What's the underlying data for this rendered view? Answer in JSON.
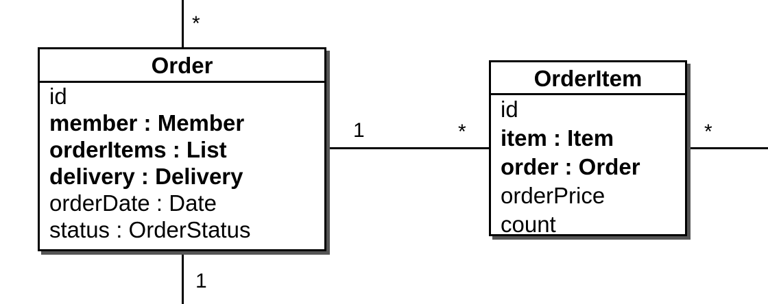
{
  "order": {
    "title": "Order",
    "attributes": [
      {
        "text": "id",
        "bold": false
      },
      {
        "text": "member : Member",
        "bold": true
      },
      {
        "text": "orderItems : List",
        "bold": true
      },
      {
        "text": "delivery : Delivery",
        "bold": true
      },
      {
        "text": "orderDate : Date",
        "bold": false
      },
      {
        "text": "status : OrderStatus",
        "bold": false
      }
    ]
  },
  "order_item": {
    "title": "OrderItem",
    "attributes": [
      {
        "text": "id",
        "bold": false
      },
      {
        "text": "item : Item",
        "bold": true
      },
      {
        "text": "order : Order",
        "bold": true
      },
      {
        "text": "orderPrice",
        "bold": false
      },
      {
        "text": "count",
        "bold": false
      }
    ]
  },
  "multiplicities": {
    "order_top": "*",
    "order_bottom": "1",
    "order_to_item_left": "1",
    "order_to_item_right": "*",
    "item_right": "*"
  }
}
